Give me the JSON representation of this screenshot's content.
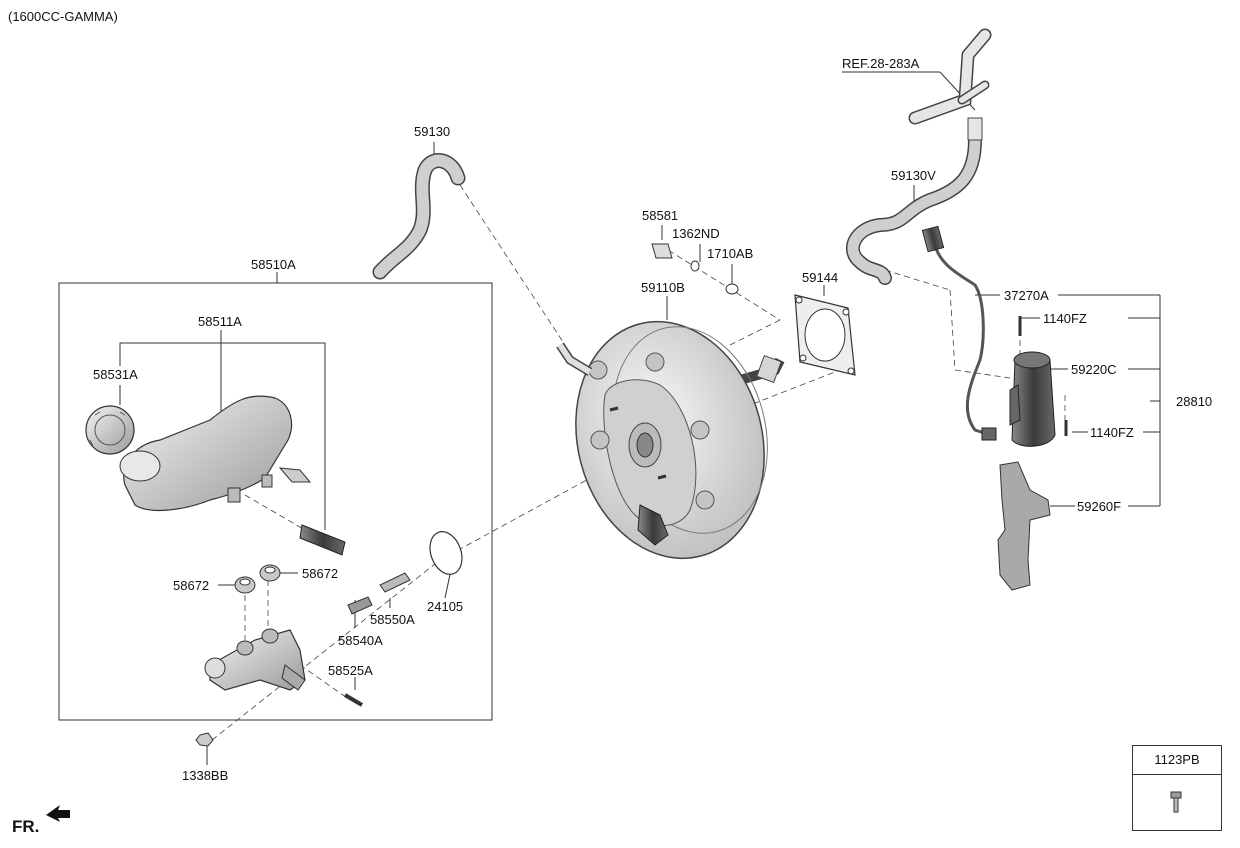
{
  "engine_label": "(1600CC-GAMMA)",
  "front_label": "FR.",
  "ref_label": "REF.28-283A",
  "parts": {
    "p59130": "59130",
    "p58510A": "58510A",
    "p58511A": "58511A",
    "p58531A": "58531A",
    "p58672_left": "58672",
    "p58672_right": "58672",
    "p58540A": "58540A",
    "p58550A": "58550A",
    "p24105": "24105",
    "p58525A": "58525A",
    "p1338BB": "1338BB",
    "p58581": "58581",
    "p1362ND": "1362ND",
    "p1710AB": "1710AB",
    "p59110B": "59110B",
    "p59144": "59144",
    "p59130V": "59130V",
    "p37270A": "37270A",
    "p1140FZ_top": "1140FZ",
    "p59220C": "59220C",
    "p28810": "28810",
    "p1140FZ_bottom": "1140FZ",
    "p59260F": "59260F"
  },
  "fastener_box": {
    "label": "1123PB"
  }
}
